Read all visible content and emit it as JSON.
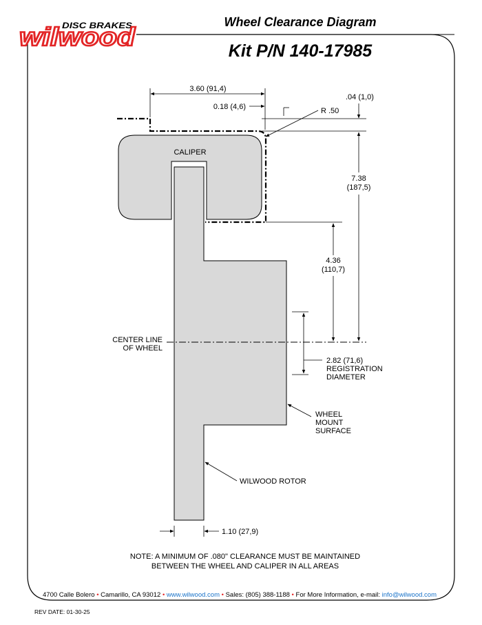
{
  "header": {
    "logo_small": "DISC BRAKES",
    "logo_main": "wilwood",
    "title": "Wheel Clearance Diagram",
    "kit": "Kit P/N 140-17985"
  },
  "dimensions": {
    "d360": "3.60 (91,4)",
    "d018": "0.18 (4,6)",
    "d004": ".04 (1,0)",
    "radius": "R .50",
    "d738_a": "7.38",
    "d738_b": "(187,5)",
    "d436_a": "4.36",
    "d436_b": "(110,7)",
    "d282_a": "2.82 (71,6)",
    "d282_b": "REGISTRATION",
    "d282_c": "DIAMETER",
    "d110": "1.10 (27,9)"
  },
  "labels": {
    "caliper": "CALIPER",
    "centerline_1": "CENTER LINE",
    "centerline_2": "OF WHEEL",
    "mount_1": "WHEEL",
    "mount_2": "MOUNT",
    "mount_3": "SURFACE",
    "rotor": "WILWOOD ROTOR"
  },
  "note": {
    "line1": "NOTE: A MINIMUM OF .080\" CLEARANCE MUST BE MAINTAINED",
    "line2": "BETWEEN THE WHEEL AND CALIPER IN ALL AREAS"
  },
  "footer": {
    "address": "4700 Calle Bolero",
    "city": "Camarillo, CA 93012",
    "website": "www.wilwood.com",
    "sales": "Sales: (805) 388-1188",
    "info": "For More Information, e-mail:",
    "email": "info@wilwood.com",
    "bullet": "•",
    "rev": "REV DATE:  01-30-25"
  },
  "colors": {
    "brand_red": "#e32526",
    "link_blue": "#1a73c9",
    "part_fill": "#d9d9d9"
  }
}
